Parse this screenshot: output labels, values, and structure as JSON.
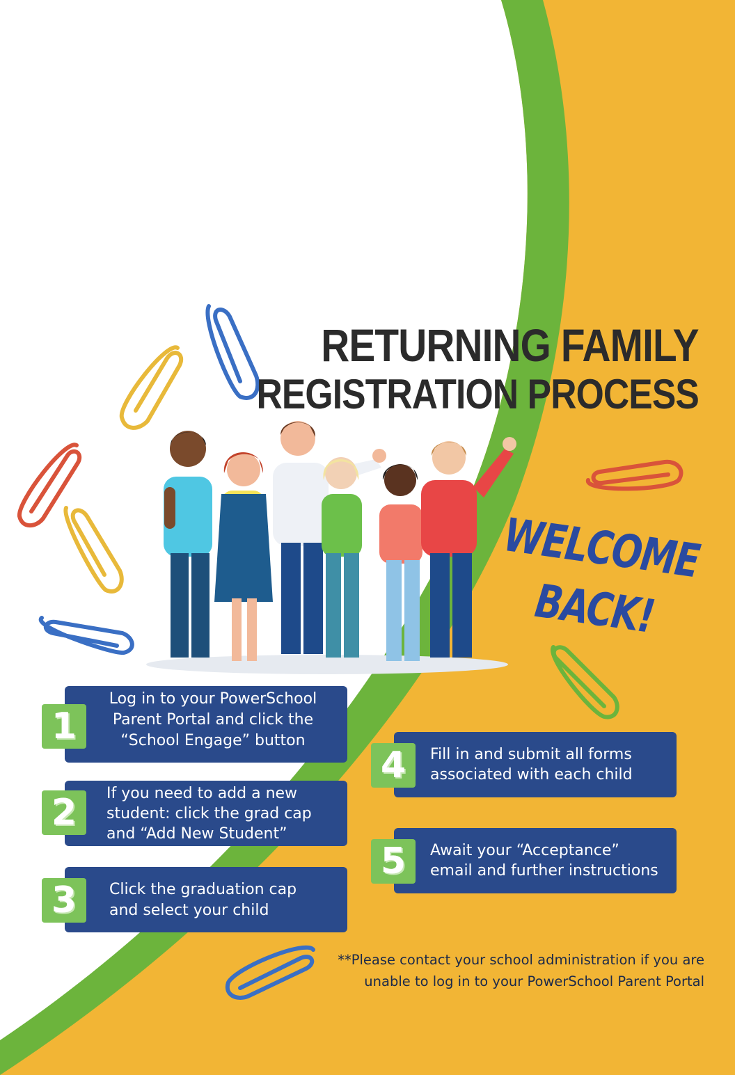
{
  "poster": {
    "title_line_1": "RETURNING FAMILY",
    "title_line_2": "REGISTRATION PROCESS",
    "welcome_line_1": "WELCOME",
    "welcome_line_2": "BACK!",
    "steps": [
      {
        "number": "1",
        "text": "Log in to your PowerSchool\nParent Portal and click the\n“School Engage” button"
      },
      {
        "number": "2",
        "text": "If you need to add a new\nstudent: click the grad cap\nand “Add New Student”"
      },
      {
        "number": "3",
        "text": "Click the graduation cap\nand select your child"
      },
      {
        "number": "4",
        "text": "Fill in and submit all forms\nassociated with each child"
      },
      {
        "number": "5",
        "text": "Await your “Acceptance”\nemail and further instructions"
      }
    ],
    "footnote": "**Please contact your school administration if you are\nunable to log in to your PowerSchool Parent Portal"
  },
  "colors": {
    "background_white": "#ffffff",
    "background_yellow": "#f2b535",
    "swoosh_green": "#6cb43c",
    "box_blue": "#2a4a8b",
    "number_green": "#7dc35a",
    "welcome_blue": "#2a4aa0"
  },
  "icons": [
    "paperclip-icon",
    "people-group-illustration"
  ]
}
